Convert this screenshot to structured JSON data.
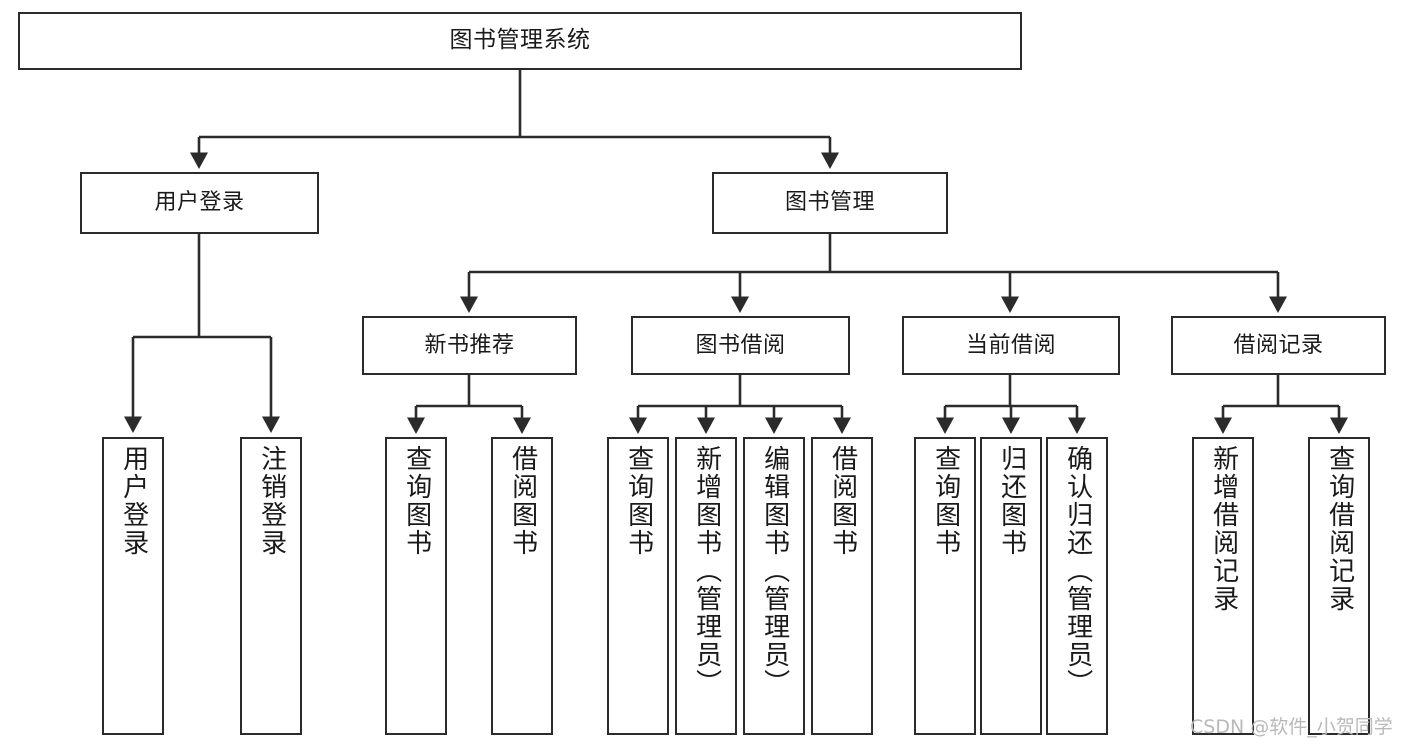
{
  "diagram": {
    "title": "图书管理系统",
    "style": {
      "box_stroke": "#2b2b2b",
      "box_fill": "#ffffff",
      "edge_stroke": "#2b2b2b",
      "text_color": "#1a1a1a",
      "background": "#ffffff"
    }
  },
  "nodes": {
    "root": {
      "label": "图书管理系统"
    },
    "level1": [
      {
        "id": "user-login",
        "label": "用户登录"
      },
      {
        "id": "book-management",
        "label": "图书管理"
      }
    ],
    "level2": [
      {
        "id": "new-book-recommend",
        "label": "新书推荐"
      },
      {
        "id": "book-borrow",
        "label": "图书借阅"
      },
      {
        "id": "current-borrow",
        "label": "当前借阅"
      },
      {
        "id": "borrow-record",
        "label": "借阅记录"
      }
    ],
    "leaves": {
      "user_login": [
        {
          "id": "leaf-user-login",
          "label": "用户登录"
        },
        {
          "id": "leaf-logout-login",
          "label": "注销登录"
        }
      ],
      "new_book_recommend": [
        {
          "id": "leaf-query-book-1",
          "label": "查询图书"
        },
        {
          "id": "leaf-borrow-book-1",
          "label": "借阅图书"
        }
      ],
      "book_borrow": [
        {
          "id": "leaf-query-book-2",
          "label": "查询图书"
        },
        {
          "id": "leaf-add-book-admin",
          "label": "新增图书（管理员）"
        },
        {
          "id": "leaf-edit-book-admin",
          "label": "编辑图书（管理员）"
        },
        {
          "id": "leaf-borrow-book-2",
          "label": "借阅图书"
        }
      ],
      "current_borrow": [
        {
          "id": "leaf-query-book-3",
          "label": "查询图书"
        },
        {
          "id": "leaf-return-book",
          "label": "归还图书"
        },
        {
          "id": "leaf-confirm-return-admin",
          "label": "确认归还（管理员）"
        }
      ],
      "borrow_record": [
        {
          "id": "leaf-add-borrow-record",
          "label": "新增借阅记录"
        },
        {
          "id": "leaf-query-borrow-record",
          "label": "查询借阅记录"
        }
      ]
    }
  },
  "watermark": {
    "text": "CSDN @软件_小贺同学"
  }
}
